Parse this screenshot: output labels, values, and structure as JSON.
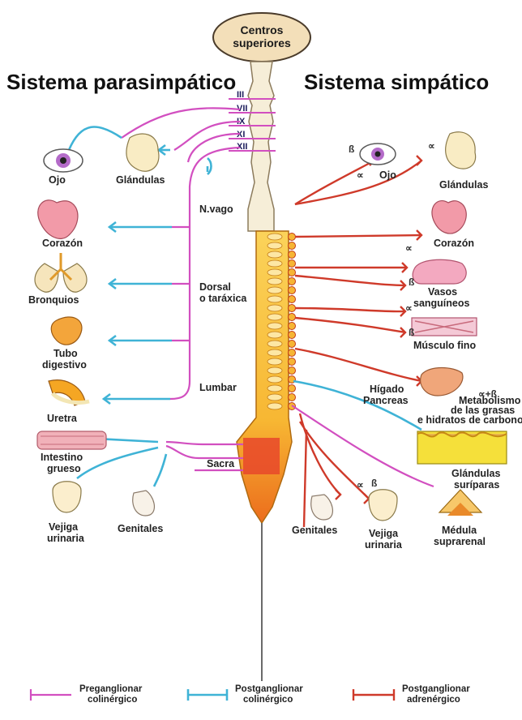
{
  "top_center": {
    "line1": "Centros",
    "line2": "superiores"
  },
  "headers": {
    "left": "Sistema parasimpático",
    "right": "Sistema simpático"
  },
  "cranial_nerves": [
    "III",
    "VII",
    "IX",
    "XI",
    "XII"
  ],
  "segments": {
    "vago": "N.vago",
    "dorsal1": "Dorsal",
    "dorsal2": "o taráxica",
    "lumbar": "Lumbar",
    "sacra": "Sacra"
  },
  "left_organs": {
    "ojo": "Ojo",
    "glandulas": "Glándulas",
    "corazon": "Corazón",
    "bronquios": "Bronquios",
    "tubo1": "Tubo",
    "tubo2": "digestivo",
    "uretra": "Uretra",
    "intestino1": "Intestino",
    "intestino2": "grueso",
    "vejiga1": "Vejiga",
    "vejiga2": "urinaria",
    "genitales": "Genitales"
  },
  "right_organs": {
    "ojo": "Ojo",
    "glandulas": "Glándulas",
    "corazon": "Corazón",
    "vasos1": "Vasos",
    "vasos2": "sanguíneos",
    "musculo": "Músculo fino",
    "higado1": "Hígado",
    "higado2": "Pancreas",
    "metab1": "Metabolismo",
    "metab2": "de las grasas",
    "metab3": "e hidratos de carbono",
    "gland_sud1": "Glándulas",
    "gland_sud2": "suríparas",
    "genitales": "Genitales",
    "vejiga1": "Vejiga",
    "vejiga2": "urinaria",
    "medula1": "Médula",
    "medula2": "suprarenal"
  },
  "receptors": {
    "ojo_b": "ß",
    "ojo_a": "∝",
    "gland_a": "∝",
    "cor_a": "∝",
    "vasos_b": "ß",
    "mus_a": "∝",
    "mus_b": "ß",
    "metab": "∝+ß",
    "vej_a": "∝",
    "vej_b": "ß"
  },
  "legend": {
    "pre1": "Preganglionar",
    "pre2": "colinérgico",
    "post1": "Postganglionar",
    "post2": "colinérgico",
    "adr1": "Postganglionar",
    "adr2": "adrenérgico"
  },
  "colors": {
    "preganglionic": "#d24fc0",
    "postganglionic_cholinergic": "#3fb3d6",
    "postganglionic_adrenergic": "#cf3a2a",
    "cord": "#f6c23a"
  }
}
